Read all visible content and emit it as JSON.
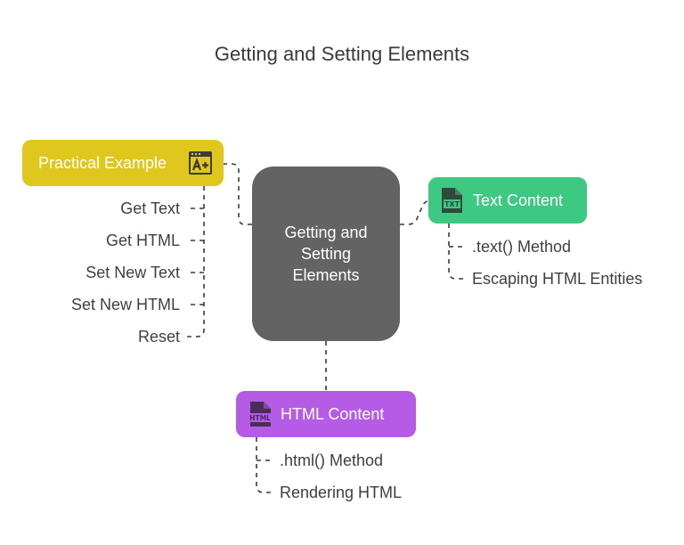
{
  "title": "Getting and Setting Elements",
  "center": {
    "label": "Getting and Setting Elements"
  },
  "branches": {
    "practical": {
      "label": "Practical Example",
      "icon": "grade-a-plus-icon",
      "color": "#dfc71d",
      "items": [
        "Get Text",
        "Get HTML",
        "Set New Text",
        "Set New HTML",
        "Reset"
      ]
    },
    "text_content": {
      "label": "Text Content",
      "icon": "txt-file-icon",
      "color": "#3ec982",
      "items": [
        ".text() Method",
        "Escaping HTML Entities"
      ]
    },
    "html_content": {
      "label": "HTML Content",
      "icon": "html-file-icon",
      "color": "#b55be5",
      "items": [
        ".html() Method",
        "Rendering HTML"
      ]
    }
  },
  "colors": {
    "center": "#636363",
    "connector": "#3a3a3a",
    "item_text": "#3f3f3f"
  }
}
